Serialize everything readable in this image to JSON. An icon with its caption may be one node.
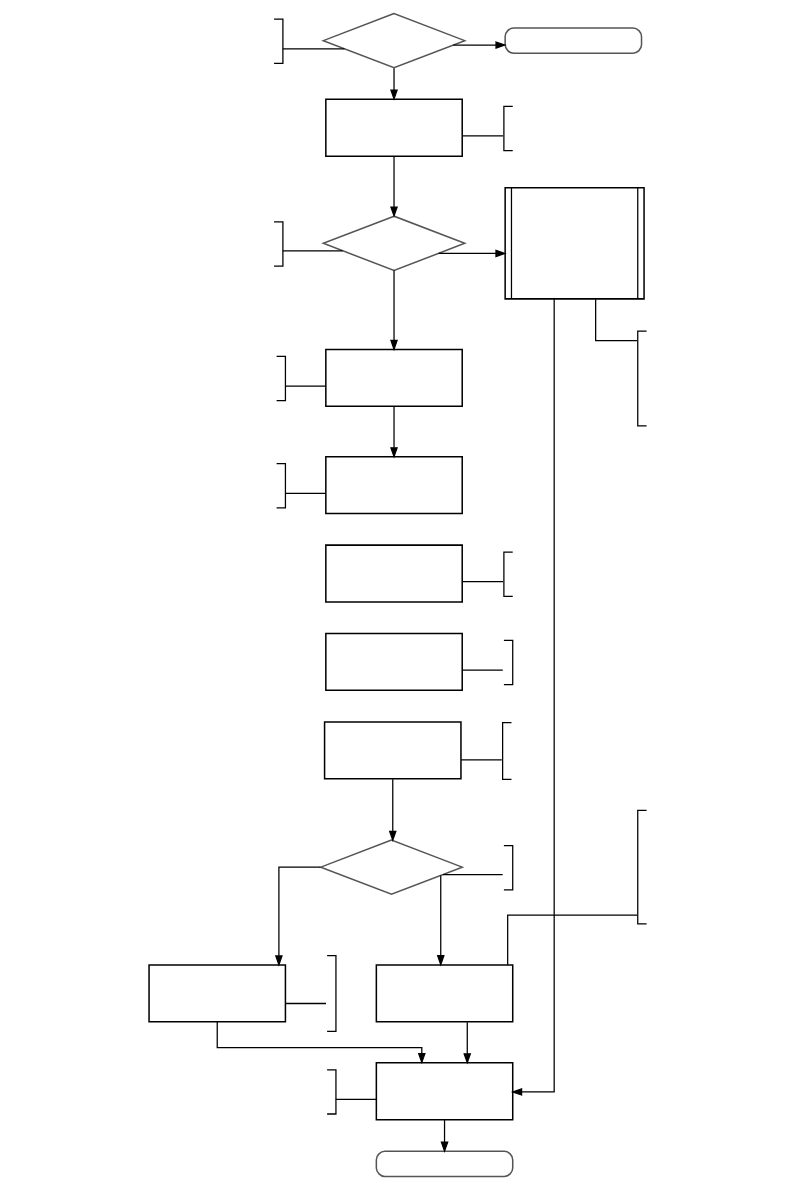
{
  "diagram": {
    "nodes": [
      {
        "text": [],
        "shape": "diamond"
      },
      {
        "text": [],
        "shape": "bracket"
      },
      {
        "text": [],
        "shape": "pill"
      },
      {
        "text": [],
        "shape": "box"
      },
      {
        "text": [],
        "shape": "bracket"
      },
      {
        "text": [],
        "shape": "diamond"
      },
      {
        "text": [],
        "shape": "bracket"
      },
      {
        "text": [],
        "shape": "subroutine"
      },
      {
        "text": [],
        "shape": "bracket"
      },
      {
        "text": [],
        "shape": "box"
      },
      {
        "text": [],
        "shape": "bracket"
      },
      {
        "text": [],
        "shape": "box"
      },
      {
        "text": [],
        "shape": "box"
      },
      {
        "text": [],
        "shape": "box"
      },
      {
        "text": [],
        "shape": "box"
      },
      {
        "text": [],
        "shape": "bracket"
      },
      {
        "text": [],
        "shape": "bracket"
      },
      {
        "text": [],
        "shape": "bracket"
      },
      {
        "text": [],
        "shape": "bracket"
      },
      {
        "text": [],
        "shape": "diamond"
      },
      {
        "text": [],
        "shape": "bracket"
      },
      {
        "text": [],
        "shape": "bracket"
      },
      {
        "text": [],
        "shape": "box"
      },
      {
        "text": [],
        "shape": "bracket"
      },
      {
        "text": [],
        "shape": "box"
      },
      {
        "text": [],
        "shape": "box"
      },
      {
        "text": [],
        "shape": "bracket"
      },
      {
        "text": [],
        "shape": "pill"
      }
    ],
    "edges": [
      {
        "from": 0,
        "to": 2,
        "arrow": "to"
      },
      {
        "from": 0,
        "to": 3,
        "arrow": "to"
      },
      {
        "from": 3,
        "to": 5,
        "arrow": "to"
      },
      {
        "from": 5,
        "to": 7,
        "arrow": "to"
      },
      {
        "from": 5,
        "to": 9,
        "arrow": "to"
      },
      {
        "from": 9,
        "to": 11,
        "arrow": "to"
      },
      {
        "from": 14,
        "to": 19,
        "arrow": "to"
      },
      {
        "from": 19,
        "to": 22,
        "arrow": "to"
      },
      {
        "from": 19,
        "to": 24,
        "arrow": "to"
      },
      {
        "from": 22,
        "to": 25,
        "arrow": "to"
      },
      {
        "from": 24,
        "to": 25,
        "arrow": "to"
      },
      {
        "from": 7,
        "to": 25,
        "arrow": "to"
      },
      {
        "from": 25,
        "to": 27,
        "arrow": "to"
      },
      {
        "from": 1,
        "to": 0,
        "arrow": "none"
      },
      {
        "from": 3,
        "to": 4,
        "arrow": "none"
      },
      {
        "from": 6,
        "to": 5,
        "arrow": "none"
      },
      {
        "from": 7,
        "to": 8,
        "arrow": "none"
      },
      {
        "from": 10,
        "to": 9,
        "arrow": "none"
      },
      {
        "from": 15,
        "to": 11,
        "arrow": "none"
      },
      {
        "from": 12,
        "to": 16,
        "arrow": "none"
      },
      {
        "from": 17,
        "to": 13,
        "arrow": "none"
      },
      {
        "from": 14,
        "to": 18,
        "arrow": "none"
      },
      {
        "from": 20,
        "to": 19,
        "arrow": "none"
      },
      {
        "from": 24,
        "to": 21,
        "arrow": "none"
      },
      {
        "from": 23,
        "to": 22,
        "arrow": "none"
      },
      {
        "from": 26,
        "to": 25,
        "arrow": "none"
      }
    ]
  }
}
